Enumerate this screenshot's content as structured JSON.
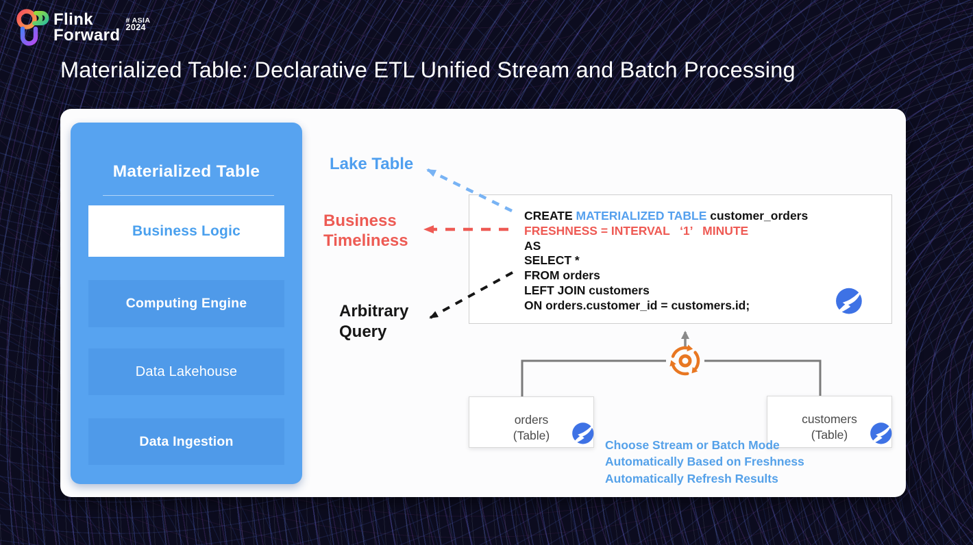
{
  "logo": {
    "name_line1": "Flink",
    "name_line2": "Forward",
    "badge_line1": "# ASIA",
    "badge_line2": "2024"
  },
  "title": "Materialized Table: Declarative ETL Unified Stream and Batch Processing",
  "sidebar": {
    "header": "Materialized Table",
    "items": [
      {
        "label": "Business Logic",
        "active": true
      },
      {
        "label": "Computing Engine",
        "active": false
      },
      {
        "label": "Data Lakehouse",
        "active": false
      },
      {
        "label": "Data Ingestion",
        "active": false
      }
    ]
  },
  "annotations": {
    "lake_table": "Lake Table",
    "business_timeliness": [
      "Business",
      "Timeliness"
    ],
    "arbitrary_query": [
      "Arbitrary",
      "Query"
    ]
  },
  "sql": {
    "line1_create": "CREATE ",
    "line1_keyword": "MATERIALIZED TABLE ",
    "line1_object": "customer_orders",
    "line2_freshness": "FRESHNESS = INTERVAL   ‘1’   MINUTE",
    "line3": "AS",
    "line4": "SELECT *",
    "line5": "FROM orders",
    "line6": "LEFT JOIN customers",
    "line7": "ON orders.customer_id = customers.id;"
  },
  "source_tables": {
    "orders": {
      "name": "orders",
      "kind": "(Table)"
    },
    "customers": {
      "name": "customers",
      "kind": "(Table)"
    }
  },
  "notes": [
    "Choose Stream or Batch Mode",
    "Automatically Based on Freshness",
    "Automatically Refresh Results"
  ],
  "icons": {
    "refresh": "refresh-cycle-icon",
    "paimon": "paimon-lake-table-icon"
  },
  "colors": {
    "panel_blue": "#57A3F0",
    "button_blue": "#4F9AE9",
    "accent_blue": "#4AA0EE",
    "keyword_blue": "#55A0EE",
    "alert_red": "#ED5B54",
    "refresh_orange": "#E87722",
    "paimon_blue": "#3E72E5",
    "note_blue": "#55A1E9",
    "background": "#0C0C1F"
  }
}
